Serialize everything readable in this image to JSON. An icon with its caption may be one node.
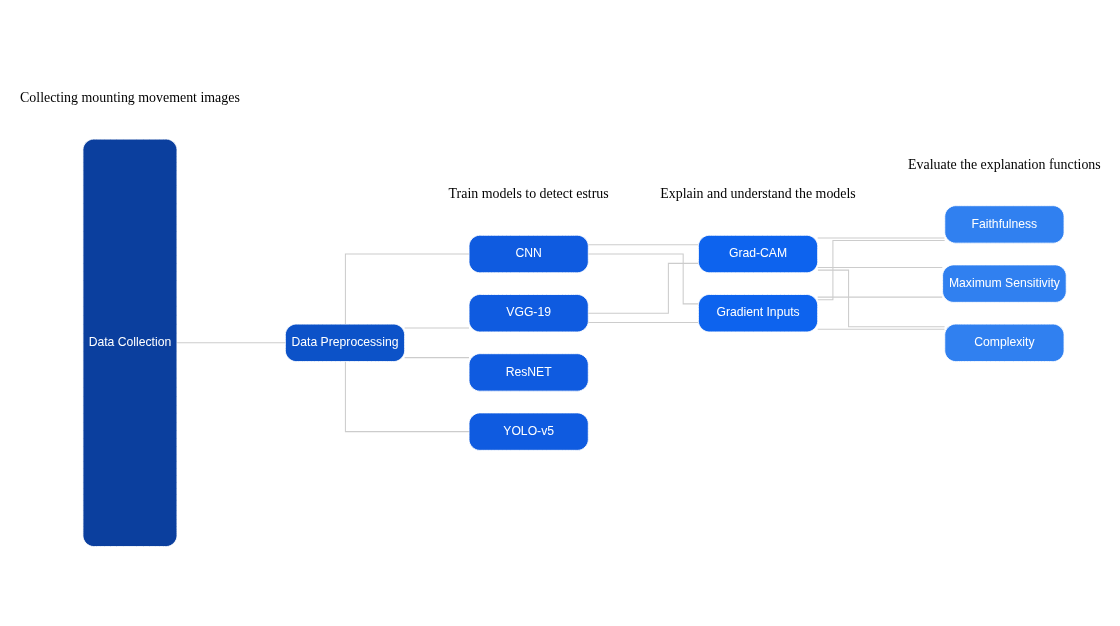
{
  "diagram": {
    "nodes": [
      {
        "text": [
          "Data Collection"
        ]
      },
      {
        "text": [
          "Data Preprocessing"
        ]
      },
      {
        "text": [
          "CNN"
        ]
      },
      {
        "text": [
          "ResNET"
        ]
      },
      {
        "text": [
          "VGG-19"
        ]
      },
      {
        "text": [
          "YOLO-v5"
        ]
      },
      {
        "text": [
          "Grad-CAM"
        ]
      },
      {
        "text": [
          "Gradient Inputs"
        ]
      },
      {
        "text": [
          "Faithfulness"
        ]
      },
      {
        "text": [
          "Maximum Sensitivity"
        ]
      },
      {
        "text": [
          "Complexity"
        ]
      }
    ],
    "edges": [
      {
        "from": 0,
        "to": 1,
        "arrow": "none"
      },
      {
        "from": 1,
        "to": 2,
        "arrow": "none"
      },
      {
        "from": 1,
        "to": 3,
        "arrow": "none"
      },
      {
        "from": 1,
        "to": 4,
        "arrow": "none"
      },
      {
        "from": 1,
        "to": 5,
        "arrow": "none"
      },
      {
        "from": 2,
        "to": 6,
        "arrow": "none"
      },
      {
        "from": 2,
        "to": 7,
        "arrow": "none"
      },
      {
        "from": 4,
        "to": 6,
        "arrow": "none"
      },
      {
        "from": 4,
        "to": 7,
        "arrow": "none"
      },
      {
        "from": 6,
        "to": 8,
        "arrow": "none"
      },
      {
        "from": 6,
        "to": 9,
        "arrow": "none"
      },
      {
        "from": 6,
        "to": 10,
        "arrow": "none"
      },
      {
        "from": 7,
        "to": 8,
        "arrow": "none"
      },
      {
        "from": 7,
        "to": 9,
        "arrow": "none"
      },
      {
        "from": 7,
        "to": 10,
        "arrow": "none"
      }
    ],
    "labels": [
      "Train models to detect estrus",
      "Collecting mounting movement images",
      "Explain and understand the models",
      "Evaluate the explanation functions"
    ]
  }
}
